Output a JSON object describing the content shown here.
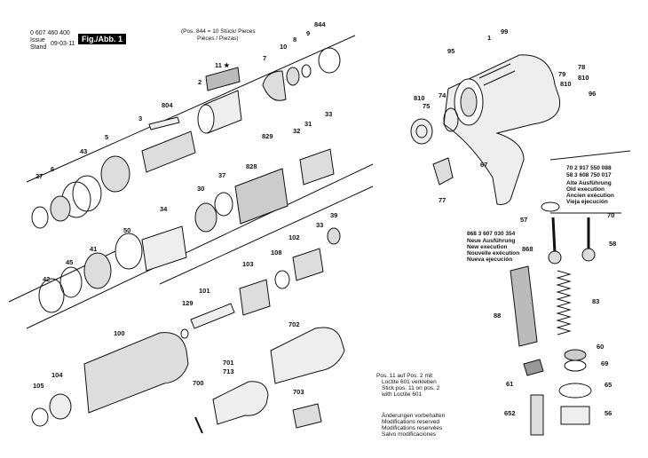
{
  "header": {
    "doc_number": "0 607 460 400",
    "issue_label": "Issue",
    "stand_label": "Stand",
    "date": "09-03-11",
    "figure_label": "Fig./Abb. 1"
  },
  "pos_note": {
    "line1": "(Pos. 844 = 10 Stück/ Pieces",
    "line2": "Pièces / Piezas)"
  },
  "old_execution": {
    "part70": "70 2 917 550 088",
    "part58": "58 3 608 750 017",
    "lines": [
      "Alte Ausführung",
      "Old execution",
      "Ancien exécution",
      "Vieja ejecución"
    ]
  },
  "new_execution": {
    "part868": "868 3 607 030 354",
    "lines": [
      "Neue Ausführung",
      "New execution",
      "Nouvelle exécution",
      "Nueva ejecución"
    ]
  },
  "loctite_note": {
    "lines": [
      "Pos. 11 auf Pos. 2 mit",
      "Loctite 601 verkleben",
      "Stick pos. 11 on pos. 2",
      "with Loctite 601"
    ]
  },
  "modifications": {
    "lines": [
      "Änderungen vorbehalten",
      "Modifications reserved",
      "Modifications reservées",
      "Salvo modificaciones"
    ]
  },
  "part_labels": [
    "99",
    "1",
    "95",
    "78",
    "810",
    "79",
    "810",
    "74",
    "75",
    "810",
    "96",
    "67",
    "77",
    "57",
    "70",
    "58",
    "868",
    "88",
    "83",
    "60",
    "69",
    "61",
    "65",
    "652",
    "56",
    "844",
    "9",
    "8",
    "10",
    "7",
    "11 ★",
    "2",
    "804",
    "3",
    "5",
    "43",
    "6",
    "27",
    "829",
    "32",
    "31",
    "33",
    "828",
    "37",
    "30",
    "34",
    "50",
    "41",
    "45",
    "42",
    "39",
    "33",
    "102",
    "108",
    "103",
    "101",
    "129",
    "100",
    "105",
    "104",
    "700",
    "701",
    "713",
    "702",
    "703"
  ]
}
